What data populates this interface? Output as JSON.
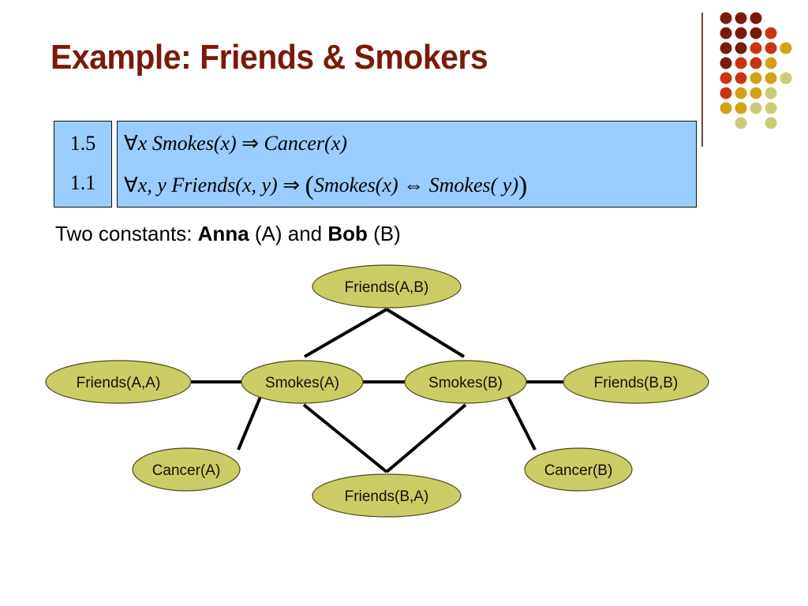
{
  "slide": {
    "title": "Example: Friends & Smokers",
    "colors": {
      "title": "#7a1a0a",
      "formula_box": "#99ccff",
      "node_fill": "#cccc66",
      "edge": "#000000"
    }
  },
  "rules": [
    {
      "weight": "1.5",
      "formula_parts": {
        "forall": "∀",
        "vars": "x",
        "lhs": "Smokes",
        "lhs_args": "(x)",
        "implies": "⇒",
        "rhs": "Cancer",
        "rhs_args": "(x)"
      }
    },
    {
      "weight": "1.1",
      "formula_parts": {
        "forall": "∀",
        "vars": "x, y",
        "lhs": "Friends",
        "lhs_args": "(x, y)",
        "implies": "⇒",
        "open": "(",
        "a": "Smokes",
        "a_args": "(x)",
        "iff": "⇔",
        "b": "Smokes",
        "b_args": "( y)",
        "close": ")"
      }
    }
  ],
  "constants_line": {
    "prefix": "Two constants: ",
    "name1": "Anna",
    "abbr1": " (A) and ",
    "name2": "Bob",
    "abbr2": " (B)"
  },
  "graph": {
    "nodes": [
      {
        "id": "friends-ab",
        "label": "Friends(A,B)"
      },
      {
        "id": "friends-aa",
        "label": "Friends(A,A)"
      },
      {
        "id": "smokes-a",
        "label": "Smokes(A)"
      },
      {
        "id": "smokes-b",
        "label": "Smokes(B)"
      },
      {
        "id": "friends-bb",
        "label": "Friends(B,B)"
      },
      {
        "id": "cancer-a",
        "label": "Cancer(A)"
      },
      {
        "id": "friends-ba",
        "label": "Friends(B,A)"
      },
      {
        "id": "cancer-b",
        "label": "Cancer(B)"
      }
    ],
    "edges": [
      [
        "friends-ab",
        "smokes-a"
      ],
      [
        "friends-ab",
        "smokes-b"
      ],
      [
        "friends-aa",
        "smokes-a"
      ],
      [
        "smokes-a",
        "smokes-b"
      ],
      [
        "smokes-b",
        "friends-bb"
      ],
      [
        "smokes-a",
        "cancer-a"
      ],
      [
        "smokes-a",
        "friends-ba"
      ],
      [
        "smokes-b",
        "friends-ba"
      ],
      [
        "smokes-b",
        "cancer-b"
      ]
    ]
  },
  "decoration": {
    "dot_grid_colors": [
      "#7a1a0a",
      "#cc3311",
      "#d4a017",
      "#cccc77"
    ]
  }
}
